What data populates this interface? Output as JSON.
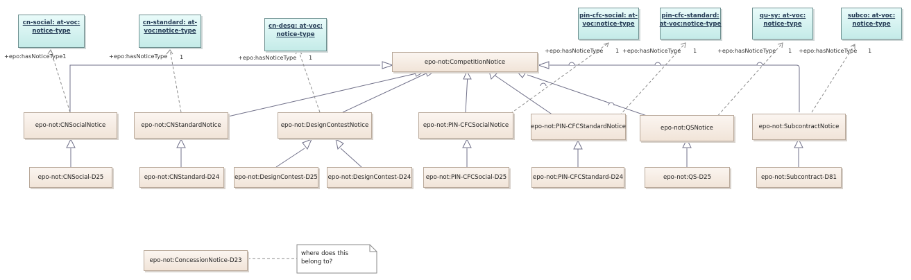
{
  "vocab_boxes": [
    {
      "id": "v1",
      "label": "cn-social: at-voc:\nnotice-type"
    },
    {
      "id": "v2",
      "label": "cn-standard: at-\nvoc:notice-type"
    },
    {
      "id": "v3",
      "label": "cn-desg: at-voc:\nnotice-type"
    },
    {
      "id": "v4",
      "label": "pin-cfc-social: at-\nvoc:notice-type"
    },
    {
      "id": "v5",
      "label": "pin-cfc-standard:\nat-voc:notice-type"
    },
    {
      "id": "v6",
      "label": "qu-sy: at-voc:\nnotice-type"
    },
    {
      "id": "v7",
      "label": "subco: at-voc:\nnotice-type"
    }
  ],
  "root_class": "epo-not:CompetitionNotice",
  "notice_classes": [
    "epo-not:CNSocialNotice",
    "epo-not:CNStandardNotice",
    "epo-not:DesignContestNotice",
    "epo-not:PIN-CFCSocialNotice",
    "epo-not:PIN-CFCStandardNotice",
    "epo-not:QSNotice",
    "epo-not:SubcontractNotice"
  ],
  "subclasses": [
    "epo-not:CNSocial-D25",
    "epo-not:CNStandard-D24",
    "epo-not:DesignContest-D25",
    "epo-not:DesignContest-D24",
    "epo-not:PIN-CFCSocial-D25",
    "epo-not:PIN-CFCStandard-D24",
    "epo-not:QS-D25",
    "epo-not:Subcontract-D81"
  ],
  "role_labels": [
    "+epo:hasNoticeType1",
    "+epo:hasNoticeType",
    "1",
    "+epo:hasNoticeType",
    "1",
    "+epo:hasNoticeType",
    "1",
    "+epo:hasNoticeType",
    "1",
    "+epo:hasNoticeType",
    "1",
    "+epo:hasNoticeType",
    "1"
  ],
  "orphan_class": "epo-not:ConcessionNotice-D23",
  "note_text": "where does this belong to?",
  "colors": {
    "class_fill": "#f4e9df",
    "vocab_fill": "#d3f0ee",
    "line": "#6f6f88",
    "dashed": "#8a8a8a"
  }
}
